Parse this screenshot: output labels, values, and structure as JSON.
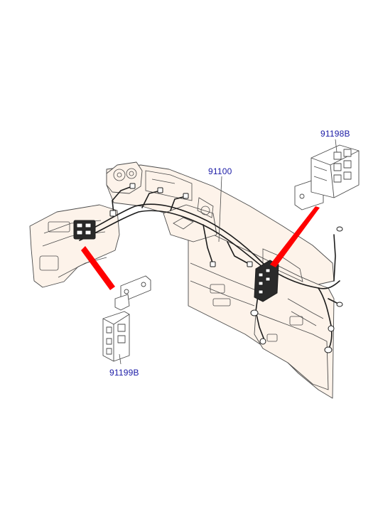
{
  "parts": {
    "fuse_block_upper": {
      "code": "91198B"
    },
    "main_harness": {
      "code": "91100"
    },
    "fuse_block_lower": {
      "code": "91199B"
    }
  },
  "colors": {
    "label_text": "#1a1aa6",
    "line_art": "#4a4a4a",
    "panel_fill": "#fdf3ea",
    "wiring": "#1c1c1c",
    "pointer_arrow": "#ff0000"
  }
}
